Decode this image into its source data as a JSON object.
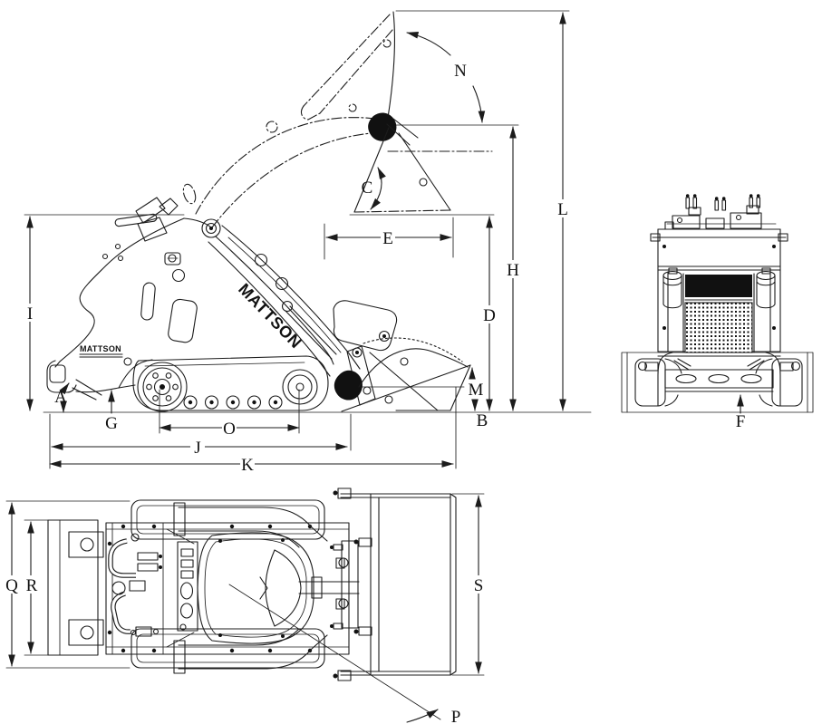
{
  "colors": {
    "ink": "#1c1c1c",
    "paper": "#ffffff",
    "grille_fill": "#111111"
  },
  "brand": {
    "boom_decal": "MATTSON",
    "body_decal": "MATTSON"
  },
  "dims": {
    "A": "A",
    "B": "B",
    "C": "C",
    "D": "D",
    "E": "E",
    "F": "F",
    "G": "G",
    "H": "H",
    "I": "I",
    "J": "J",
    "K": "K",
    "L": "L",
    "M": "M",
    "N": "N",
    "O": "O",
    "P": "P",
    "Q": "Q",
    "R": "R",
    "S": "S"
  }
}
